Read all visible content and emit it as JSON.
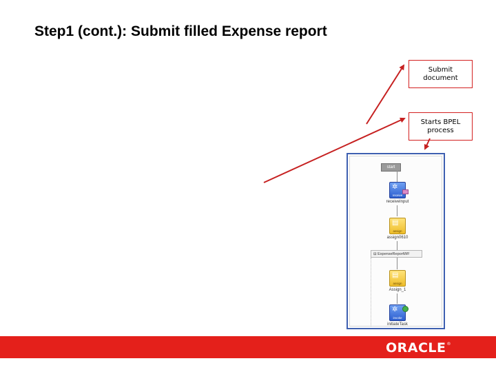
{
  "slide": {
    "title": "Step1 (cont.): Submit filled Expense report"
  },
  "callouts": {
    "submit": {
      "line1": "Submit",
      "line2": "document"
    },
    "bpel": {
      "line1": "Starts BPEL",
      "line2": "process"
    }
  },
  "bpel_diagram": {
    "start_label": "start",
    "nodes": [
      {
        "kind": "receive",
        "icon": "gear-icon",
        "tag": "receive",
        "label": "receiveInput",
        "color": "#3d6fd8"
      },
      {
        "kind": "assign",
        "icon": "assign-icon",
        "tag": "assign",
        "label": "assign0610",
        "color": "#f3c63c"
      },
      {
        "kind": "assign",
        "icon": "assign-icon",
        "tag": "assign",
        "label": "Assign_1",
        "color": "#f3c63c"
      },
      {
        "kind": "invoke",
        "icon": "gear-icon",
        "tag": "invoke",
        "label": "initiateTask",
        "color": "#3d6fd8"
      }
    ],
    "scope_label": "ExpenseReportWF"
  },
  "footer": {
    "logo_text": "ORACLE",
    "logo_mark": "®",
    "band_color": "#e4201b"
  },
  "colors": {
    "accent": "#d31f1f",
    "panel_border": "#3d5fb0"
  }
}
